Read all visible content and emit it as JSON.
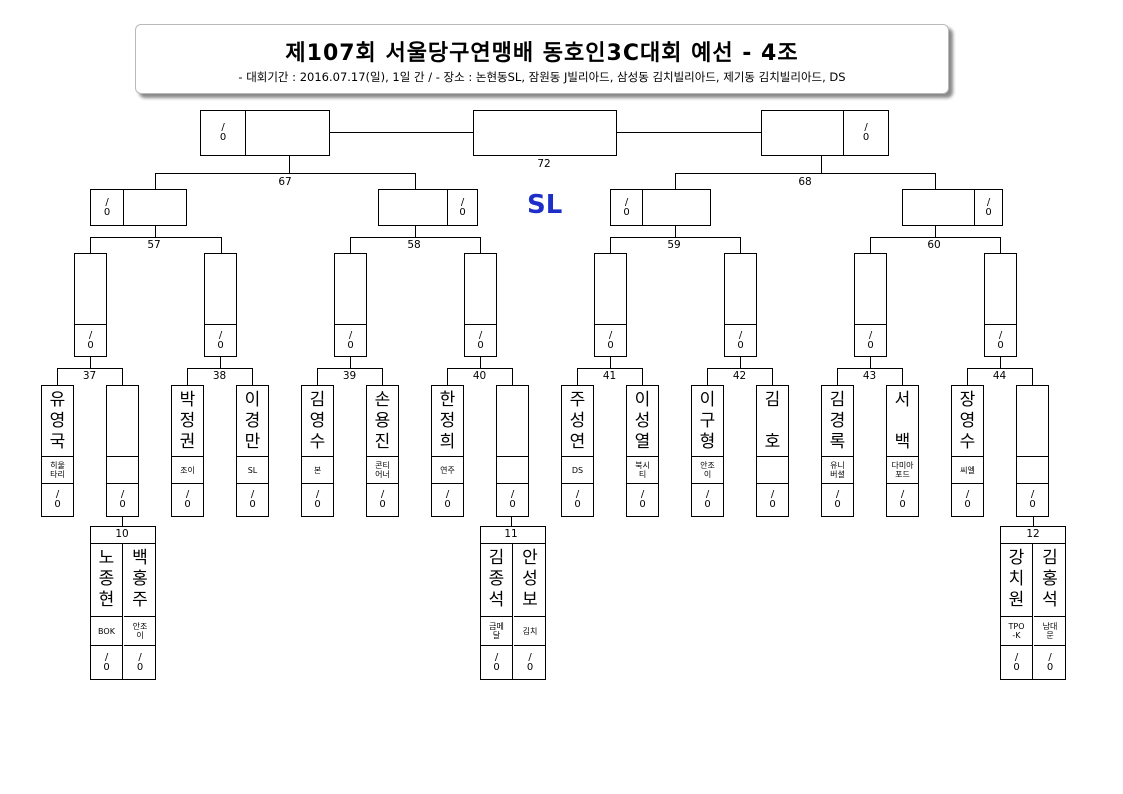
{
  "header": {
    "title": "제107회 서울당구연맹배 동호인3C대회 예선 - 4조",
    "subtitle": "- 대회기간 : 2016.07.17(일), 1일 간 / - 장소 : 논현동SL, 잠원동 J빌리아드, 삼성동 김치빌리아드, 제기동 김치빌리아드, DS"
  },
  "venue_label": "SL",
  "score_default": [
    "/",
    "0"
  ],
  "match_numbers": {
    "m72": "72",
    "m67": "67",
    "m68": "68",
    "m57": "57",
    "m58": "58",
    "m59": "59",
    "m60": "60",
    "m37": "37",
    "m38": "38",
    "m39": "39",
    "m40": "40",
    "m41": "41",
    "m42": "42",
    "m43": "43",
    "m44": "44",
    "m10": "10",
    "m11": "11",
    "m12": "12"
  },
  "players": [
    {
      "name": [
        "유",
        "영",
        "국"
      ],
      "club": [
        "히울",
        "타리"
      ]
    },
    {
      "name": [],
      "club": []
    },
    {
      "name": [
        "박",
        "정",
        "권"
      ],
      "club": [
        "조이"
      ]
    },
    {
      "name": [
        "이",
        "경",
        "만"
      ],
      "club": [
        "SL"
      ]
    },
    {
      "name": [
        "김",
        "영",
        "수"
      ],
      "club": [
        "본"
      ]
    },
    {
      "name": [
        "손",
        "용",
        "진"
      ],
      "club": [
        "콘티",
        "어너"
      ]
    },
    {
      "name": [
        "한",
        "정",
        "희"
      ],
      "club": [
        "연주"
      ]
    },
    {
      "name": [],
      "club": []
    },
    {
      "name": [
        "주",
        "성",
        "연"
      ],
      "club": [
        "DS"
      ]
    },
    {
      "name": [
        "이",
        "성",
        "열"
      ],
      "club": [
        "북시",
        "티"
      ]
    },
    {
      "name": [
        "이",
        "구",
        "형"
      ],
      "club": [
        "안조",
        "이"
      ]
    },
    {
      "name": [
        "김",
        "",
        "호"
      ],
      "club": []
    },
    {
      "name": [
        "김",
        "경",
        "록"
      ],
      "club": [
        "유니",
        "버셜"
      ]
    },
    {
      "name": [
        "서",
        "",
        "백"
      ],
      "club": [
        "다미아",
        "포드"
      ]
    },
    {
      "name": [
        "장",
        "영",
        "수"
      ],
      "club": [
        "씨엘"
      ]
    },
    {
      "name": [],
      "club": []
    }
  ],
  "prelim": [
    {
      "num": "10",
      "players": [
        {
          "name": [
            "노",
            "종",
            "현"
          ],
          "club": [
            "BOK"
          ]
        },
        {
          "name": [
            "백",
            "홍",
            "주"
          ],
          "club": [
            "안조",
            "이"
          ]
        }
      ]
    },
    {
      "num": "11",
      "players": [
        {
          "name": [
            "김",
            "종",
            "석"
          ],
          "club": [
            "금메",
            "달"
          ]
        },
        {
          "name": [
            "안",
            "성",
            "보"
          ],
          "club": [
            "김치"
          ]
        }
      ]
    },
    {
      "num": "12",
      "players": [
        {
          "name": [
            "강",
            "치",
            "원"
          ],
          "club": [
            "TPO",
            "-K"
          ]
        },
        {
          "name": [
            "김",
            "홍",
            "석"
          ],
          "club": [
            "남대",
            "문"
          ]
        }
      ]
    }
  ]
}
